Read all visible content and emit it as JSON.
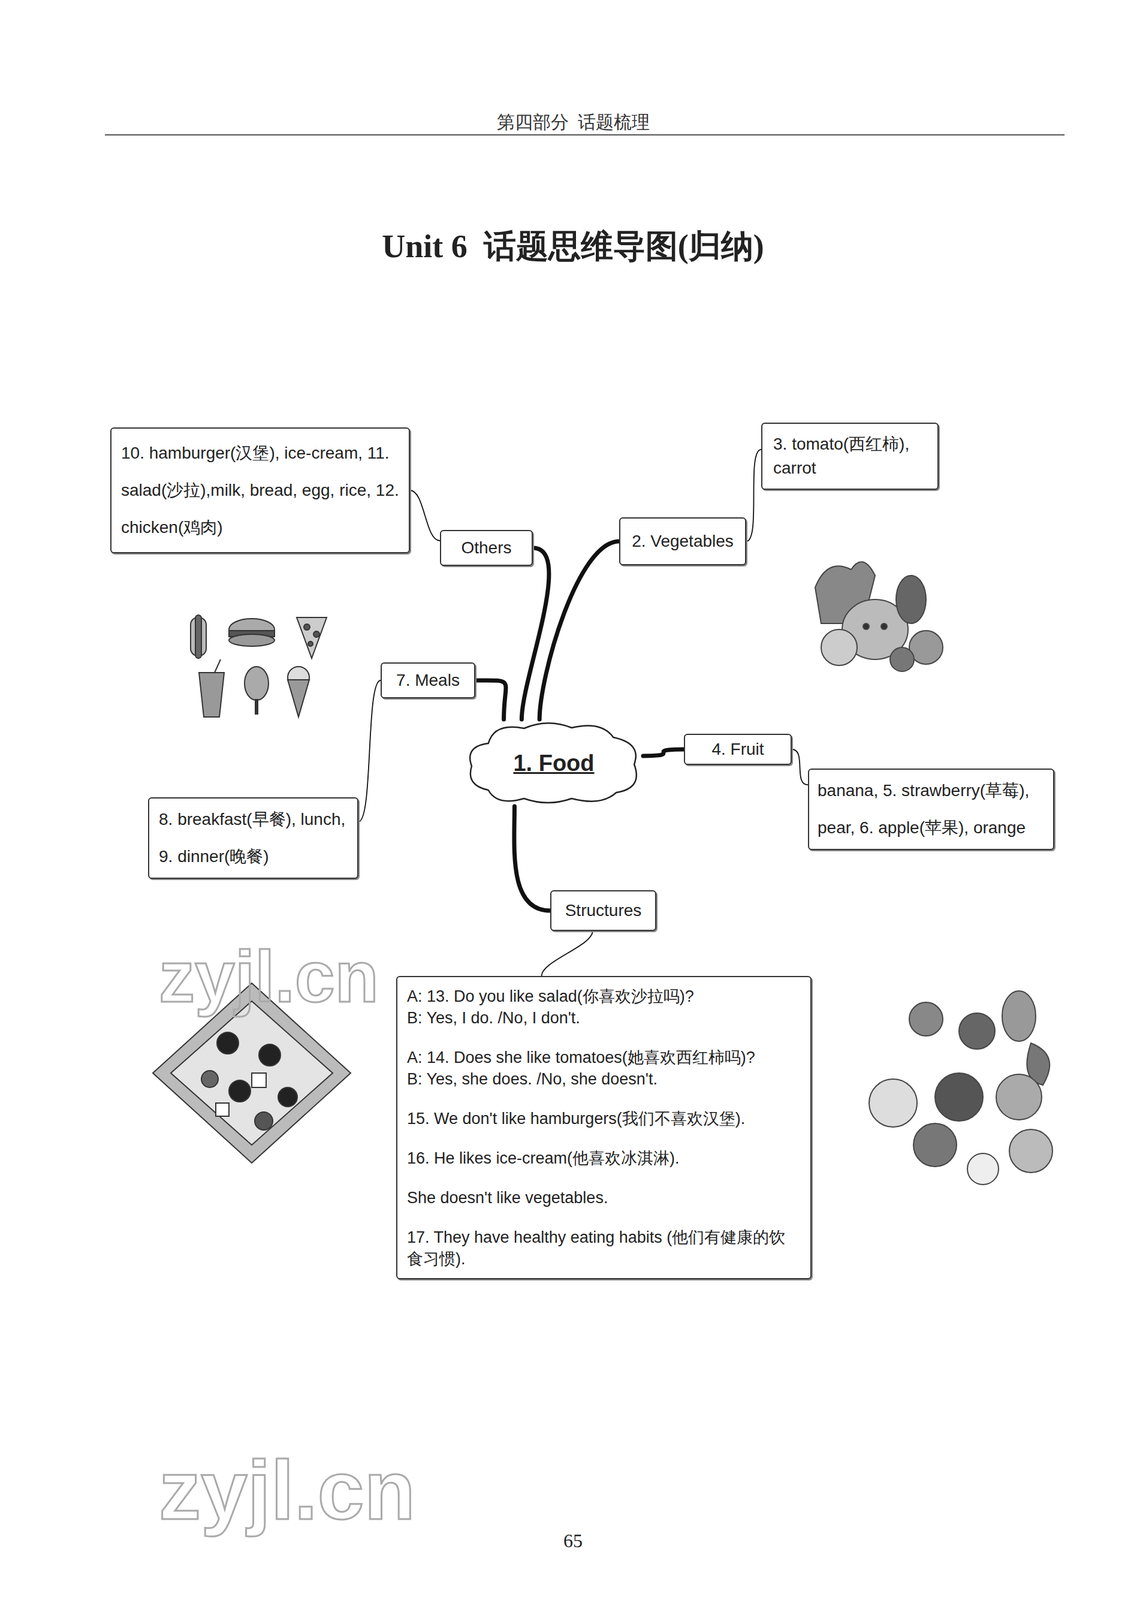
{
  "diagram": {
    "title": "Unit 6  话题思维导图(归纳)",
    "nodes": [
      {
        "text": [
          "10. hamburger(汉堡), ice-cream, 11. salad(沙拉),milk, bread, egg, rice, 12. chicken(鸡肉)"
        ]
      },
      {
        "text": [
          "3. tomato(西红柿), carrot"
        ]
      },
      {
        "text": [
          "Others"
        ]
      },
      {
        "text": [
          "2. Vegetables"
        ]
      },
      {
        "text": [
          "7. Meals"
        ]
      },
      {
        "text": [
          "1. Food"
        ]
      },
      {
        "text": [
          "4. Fruit"
        ]
      },
      {
        "text": [
          "banana, 5. strawberry(草莓), pear, 6. apple(苹果), orange"
        ]
      },
      {
        "text": [
          "8. breakfast(早餐), lunch, 9. dinner(晚餐)"
        ]
      },
      {
        "text": [
          "Structures"
        ]
      },
      {
        "text": [
          "A: 13. Do you like salad(你喜欢沙拉吗)?",
          "B: Yes, I do. /No, I don't.",
          "A: 14. Does she like tomatoes(她喜欢西红柿吗)?",
          "B: Yes, she does. /No, she doesn't.",
          "15. We don't like hamburgers(我们不喜欢汉堡).",
          "16. He likes ice-cream(他喜欢冰淇淋).",
          "She doesn't like vegetables.",
          "17. They have healthy eating habits (他们有健康的饮食习惯)."
        ]
      }
    ],
    "edges": [
      {
        "from": 5,
        "to": 2,
        "arrow": "none"
      },
      {
        "from": 5,
        "to": 3,
        "arrow": "none"
      },
      {
        "from": 5,
        "to": 4,
        "arrow": "none"
      },
      {
        "from": 5,
        "to": 6,
        "arrow": "none"
      },
      {
        "from": 5,
        "to": 9,
        "arrow": "none"
      },
      {
        "from": 2,
        "to": 0,
        "arrow": "none"
      },
      {
        "from": 3,
        "to": 1,
        "arrow": "none"
      },
      {
        "from": 4,
        "to": 8,
        "arrow": "none"
      },
      {
        "from": 6,
        "to": 7,
        "arrow": "none"
      },
      {
        "from": 9,
        "to": 10,
        "arrow": "none"
      }
    ],
    "labels": [
      "第四部分  话题梳理",
      "zyjl.cn",
      "zyjl.cn",
      "65"
    ]
  }
}
